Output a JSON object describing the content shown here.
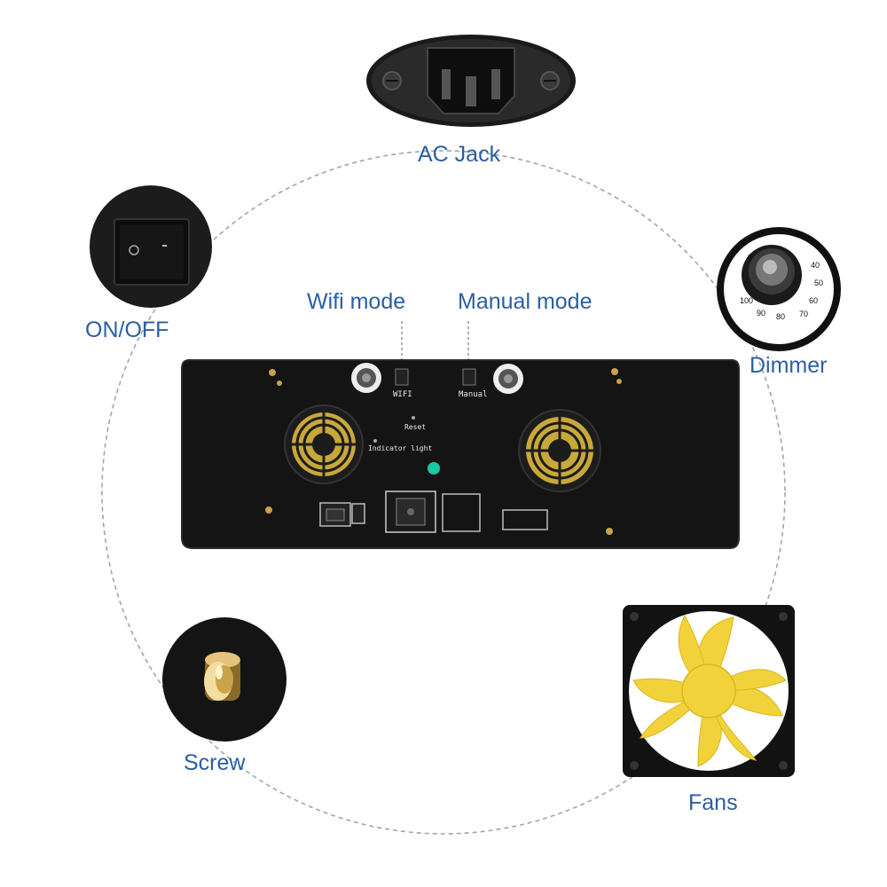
{
  "callouts": {
    "ac_jack": "AC Jack",
    "on_off": "ON/OFF",
    "dimmer": "Dimmer",
    "screw": "Screw",
    "fans": "Fans",
    "wifi_mode": "Wifi mode",
    "manual_mode": "Manual mode"
  },
  "panel": {
    "wifi_label": "WIFI",
    "manual_label": "Manual",
    "reset_label": "Reset",
    "indicator_label": "Indicator light"
  },
  "dimmer_scale": [
    "0",
    "40",
    "50",
    "60",
    "70",
    "80",
    "90",
    "100"
  ],
  "colors": {
    "label_blue": "#2b5fa3",
    "panel_black": "#141414",
    "fan_yellow": "#f2d23a",
    "indicator_green": "#19c9a0",
    "screw_brass": "#c9a24a"
  }
}
